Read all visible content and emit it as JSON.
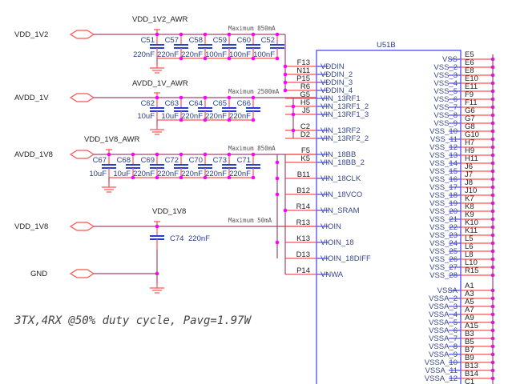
{
  "sheet": {
    "part": "U51B",
    "note": "3TX,4RX @50% duty cycle, Pavg=1.97W",
    "gnd_port": "GND"
  },
  "rails": [
    {
      "port": "VDD_1V2",
      "net": "VDD_1V2_AWR",
      "max": "Maximum 850mA",
      "caps": [
        {
          "ref": "C51",
          "val": "220nF"
        },
        {
          "ref": "C57",
          "val": "220nF"
        },
        {
          "ref": "C58",
          "val": "220nF"
        },
        {
          "ref": "C59",
          "val": "100nF"
        },
        {
          "ref": "C60",
          "val": "100nF"
        },
        {
          "ref": "C52",
          "val": "100nF"
        }
      ]
    },
    {
      "port": "AVDD_1V",
      "net": "AVDD_1V_AWR",
      "max": "Maximum 2500mA",
      "caps": [
        {
          "ref": "C62",
          "val": "10uF"
        },
        {
          "ref": "C63",
          "val": "10uF"
        },
        {
          "ref": "C64",
          "val": "220nF"
        },
        {
          "ref": "C65",
          "val": "220nF"
        },
        {
          "ref": "C66",
          "val": "220nF"
        }
      ]
    },
    {
      "port": "AVDD_1V8",
      "net": "VDD_1V8_AWR",
      "max": "Maximum 850mA",
      "caps": [
        {
          "ref": "C67",
          "val": "10uF"
        },
        {
          "ref": "C68",
          "val": "10uF"
        },
        {
          "ref": "C69",
          "val": "220nF"
        },
        {
          "ref": "C72",
          "val": "220nF"
        },
        {
          "ref": "C70",
          "val": "220nF"
        },
        {
          "ref": "C73",
          "val": "220nF"
        },
        {
          "ref": "C71",
          "val": "220nF"
        }
      ]
    },
    {
      "port": "VDD_1V8",
      "net": "VDD_1V8",
      "max": "Maximum 50mA",
      "caps": [
        {
          "ref": "C74",
          "val": "220nF"
        }
      ]
    }
  ],
  "left_pins": [
    {
      "num": "F13",
      "name": "VDDIN"
    },
    {
      "num": "N11",
      "name": "VDDIN_2"
    },
    {
      "num": "P15",
      "name": "VDDIN_3"
    },
    {
      "num": "R6",
      "name": "VDDIN_4"
    },
    {
      "num": "G5",
      "name": "VIN_13RF1"
    },
    {
      "num": "H5",
      "name": "VIN_13RF1_2"
    },
    {
      "num": "J5",
      "name": "VIN_13RF1_3"
    },
    {
      "num": "C2",
      "name": "VIN_13RF2"
    },
    {
      "num": "D2",
      "name": "VIN_13RF2_2"
    },
    {
      "num": "F5",
      "name": "VIN_18BB"
    },
    {
      "num": "K5",
      "name": "VIN_18BB_2"
    },
    {
      "num": "B11",
      "name": "VIN_18CLK"
    },
    {
      "num": "B12",
      "name": "VIN_18VCO"
    },
    {
      "num": "R14",
      "name": "VIN_SRAM"
    },
    {
      "num": "R13",
      "name": "VIOIN"
    },
    {
      "num": "K13",
      "name": "VIOIN_18"
    },
    {
      "num": "D13",
      "name": "VIOIN_18DIFF"
    },
    {
      "num": "P14",
      "name": "VNWA"
    }
  ],
  "right_pins": [
    {
      "num": "E5",
      "name": "VSS"
    },
    {
      "num": "E6",
      "name": "VSS_2"
    },
    {
      "num": "E8",
      "name": "VSS_3"
    },
    {
      "num": "E10",
      "name": "VSS_4"
    },
    {
      "num": "E11",
      "name": "VSS_5"
    },
    {
      "num": "F9",
      "name": "VSS_6"
    },
    {
      "num": "F11",
      "name": "VSS_7"
    },
    {
      "num": "G6",
      "name": "VSS_8"
    },
    {
      "num": "G7",
      "name": "VSS_9"
    },
    {
      "num": "G8",
      "name": "VSS_10"
    },
    {
      "num": "G10",
      "name": "VSS_11"
    },
    {
      "num": "H7",
      "name": "VSS_12"
    },
    {
      "num": "H9",
      "name": "VSS_13"
    },
    {
      "num": "H11",
      "name": "VSS_14"
    },
    {
      "num": "J6",
      "name": "VSS_15"
    },
    {
      "num": "J7",
      "name": "VSS_16"
    },
    {
      "num": "J8",
      "name": "VSS_17"
    },
    {
      "num": "J10",
      "name": "VSS_18"
    },
    {
      "num": "K7",
      "name": "VSS_19"
    },
    {
      "num": "K8",
      "name": "VSS_20"
    },
    {
      "num": "K9",
      "name": "VSS_21"
    },
    {
      "num": "K10",
      "name": "VSS_22"
    },
    {
      "num": "K11",
      "name": "VSS_23"
    },
    {
      "num": "L5",
      "name": "VSS_24"
    },
    {
      "num": "L6",
      "name": "VSS_25"
    },
    {
      "num": "L8",
      "name": "VSS_26"
    },
    {
      "num": "L10",
      "name": "VSS_27"
    },
    {
      "num": "R15",
      "name": "VSS_28"
    },
    {
      "num": "A1",
      "name": "VSSA"
    },
    {
      "num": "A3",
      "name": "VSSA_2"
    },
    {
      "num": "A5",
      "name": "VSSA_3"
    },
    {
      "num": "A7",
      "name": "VSSA_4"
    },
    {
      "num": "A9",
      "name": "VSSA_5"
    },
    {
      "num": "A15",
      "name": "VSSA_6"
    },
    {
      "num": "B3",
      "name": "VSSA_7"
    },
    {
      "num": "B5",
      "name": "VSSA_8"
    },
    {
      "num": "B7",
      "name": "VSSA_9"
    },
    {
      "num": "B9",
      "name": "VSSA_10"
    },
    {
      "num": "B13",
      "name": "VSSA_11"
    },
    {
      "num": "B14",
      "name": "VSSA_12"
    },
    {
      "num": "C1",
      "name": ""
    }
  ],
  "colors": {
    "wire": "#9a4a72",
    "pin": "#ff5050",
    "junction": "#ff00ff",
    "component": "#2a3fd0",
    "part_box": "#4a4aff",
    "cap_text": "#283c8c",
    "pin_name": "#3a4a8a",
    "text": "#222222"
  }
}
